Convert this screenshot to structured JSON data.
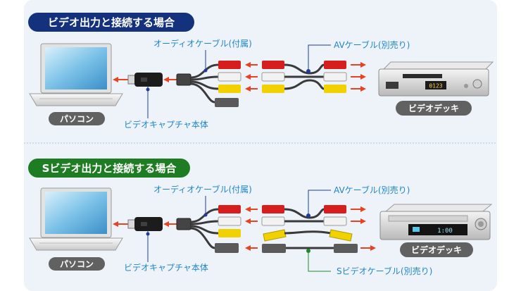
{
  "sections": [
    {
      "title": "ビデオ出力と接続する場合",
      "title_color": "#13317c",
      "pc_label": "パソコン",
      "capture_label": "ビデオキャプチャ本体",
      "audio_cable_label": "オーディオケーブル(付属)",
      "av_cable_label": "AVケーブル(別売り)",
      "deck_label": "ビデオデッキ",
      "deck_display": "0123"
    },
    {
      "title": "Sビデオ出力と接続する場合",
      "title_color": "#1e7d22",
      "pc_label": "パソコン",
      "capture_label": "ビデオキャプチャ本体",
      "audio_cable_label": "オーディオケーブル(付属)",
      "av_cable_label": "AVケーブル(別売り)",
      "svideo_cable_label": "Sビデオケーブル(別売り)",
      "deck_label": "ビデオデッキ",
      "deck_display": "1:00"
    }
  ],
  "colors": {
    "label_text": "#1d86c8",
    "leader_blue": "#1e3b9c",
    "leader_green": "#1f8a2a",
    "arrow": "#e8421e",
    "plug_red": "#d61e1e",
    "plug_white": "#f2f2f2",
    "plug_yellow": "#f2d100",
    "pill": "#616161"
  },
  "icons": [
    "laptop-icon",
    "capture-device-icon",
    "rca-plug-icon",
    "svideo-plug-icon",
    "vcr-icon"
  ]
}
